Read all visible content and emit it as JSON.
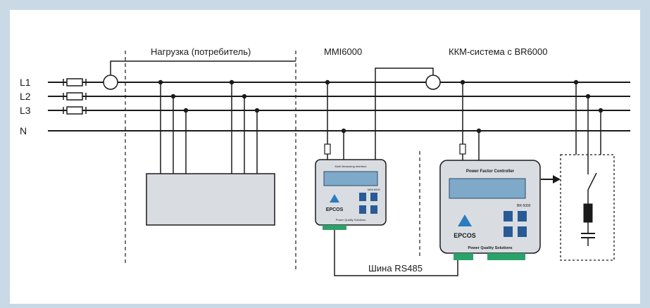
{
  "labels": {
    "load": "Нагрузка (потребитель)",
    "mmi": "MMI6000",
    "pfc_system": "ККМ-система с BR6000",
    "bus": "Шина RS485"
  },
  "phases": {
    "l1": "L1",
    "l2": "L2",
    "l3": "L3",
    "n": "N"
  },
  "mmi_device": {
    "header": "Multi Measuring Interface",
    "model": "MMI 6000",
    "brand": "EPCOS",
    "footer": "Power Quality Solutions"
  },
  "pfc_device": {
    "header": "Power Factor Controller",
    "model": "BR 6000",
    "brand": "EPCOS",
    "footer": "Power Quality Solutions"
  },
  "colors": {
    "background_frame": "#c9d9e6",
    "line": "#1a1a1a",
    "device_body": "#d9dde1",
    "display": "#7fa9c9",
    "button": "#2a5a96",
    "terminal": "#2aa36a"
  }
}
